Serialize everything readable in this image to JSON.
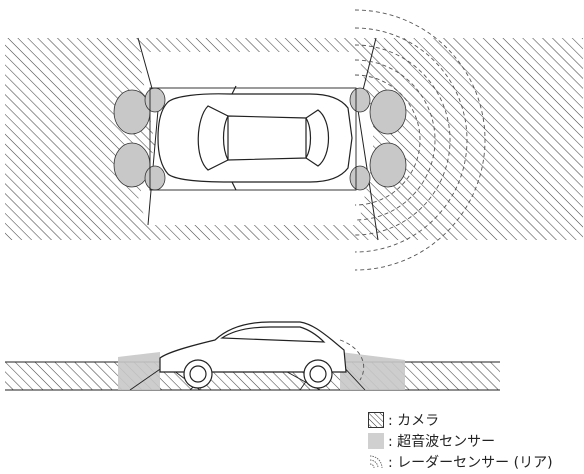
{
  "legend": {
    "camera": ": カメラ",
    "ultrasonic": ": 超音波センサー",
    "radar": ": レーダーセンサー (リア)"
  },
  "colors": {
    "line": "#222222",
    "hatch": "#444444",
    "sensor_fill": "#c8c8c8",
    "radar_wave": "#555555",
    "background": "#ffffff"
  },
  "icons": {
    "camera_swatch": "hatched-square-icon",
    "ultrasonic_swatch": "gray-square-icon",
    "radar_swatch": "radar-wave-icon"
  }
}
